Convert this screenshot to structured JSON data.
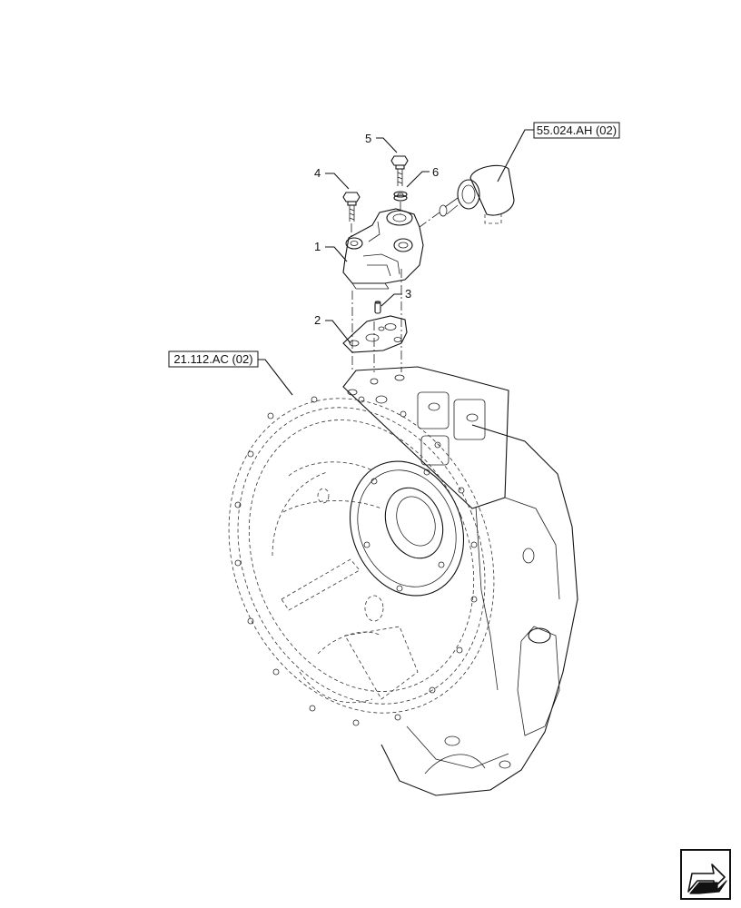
{
  "callouts": [
    {
      "id": "1",
      "label": "1"
    },
    {
      "id": "2",
      "label": "2"
    },
    {
      "id": "3",
      "label": "3"
    },
    {
      "id": "4",
      "label": "4"
    },
    {
      "id": "5",
      "label": "5"
    },
    {
      "id": "6",
      "label": "6"
    }
  ],
  "references": {
    "top_right": "55.024.AH (02)",
    "left": "21.112.AC (02)"
  },
  "nav": {
    "next_icon": "arrow-right-icon"
  }
}
